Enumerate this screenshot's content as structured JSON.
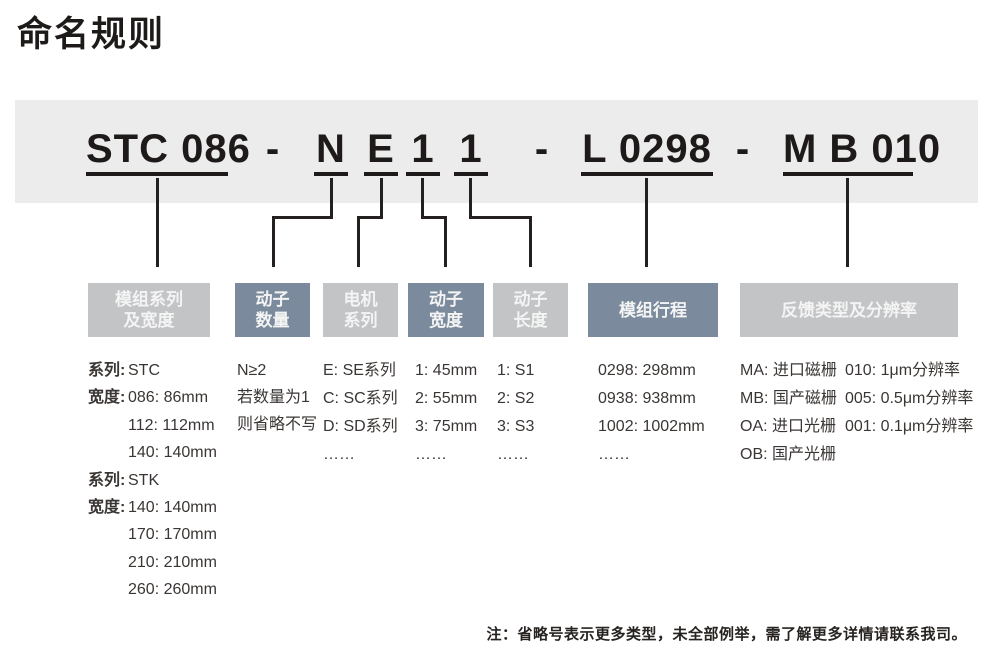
{
  "title": "命名规则",
  "colors": {
    "panel_bg": "#ececec",
    "box_gray": "#c3c4c6",
    "box_blue": "#7b8b9d",
    "line_color": "#242020",
    "code_text": "#1d1a19",
    "body_text": "#3a3634"
  },
  "code": {
    "series": "STC 086",
    "dash": "-",
    "mover_count": "N",
    "motor_series": "E",
    "mover_width": "1",
    "mover_length": "1",
    "stroke": "L 0298",
    "feedback": "M B 010"
  },
  "boxes": {
    "series_width": {
      "line1": "模组系列",
      "line2": "及宽度"
    },
    "mover_count": {
      "line1": "动子",
      "line2": "数量"
    },
    "motor_series": {
      "line1": "电机",
      "line2": "系列"
    },
    "mover_width": {
      "line1": "动子",
      "line2": "宽度"
    },
    "mover_length": {
      "line1": "动子",
      "line2": "长度"
    },
    "module_stroke": {
      "label": "模组行程"
    },
    "feedback": {
      "label": "反馈类型及分辨率"
    }
  },
  "columns": {
    "series_width_rows": [
      {
        "label": "系列:",
        "value": "STC"
      },
      {
        "label": "宽度:",
        "value": "086: 86mm"
      },
      {
        "label": "",
        "value": "112: 112mm"
      },
      {
        "label": "",
        "value": "140: 140mm"
      },
      {
        "label": "系列:",
        "value": "STK"
      },
      {
        "label": "宽度:",
        "value": "140: 140mm"
      },
      {
        "label": "",
        "value": "170: 170mm"
      },
      {
        "label": "",
        "value": "210: 210mm"
      },
      {
        "label": "",
        "value": "260: 260mm"
      }
    ],
    "mover_count_lines": [
      "N≥2",
      "若数量为1",
      "则省略不写"
    ],
    "motor_series_lines": [
      "E: SE系列",
      "C: SC系列",
      "D: SD系列",
      "……"
    ],
    "mover_width_lines": [
      "1: 45mm",
      "2: 55mm",
      "3: 75mm",
      "……"
    ],
    "mover_length_lines": [
      "1: S1",
      "2: S2",
      "3: S3",
      "……"
    ],
    "module_stroke_lines": [
      "0298: 298mm",
      "0938: 938mm",
      "1002: 1002mm",
      "……"
    ],
    "feedback_type_lines": [
      "MA: 进口磁栅",
      "MB: 国产磁栅",
      "OA: 进口光栅",
      "OB: 国产光栅"
    ],
    "feedback_res_lines": [
      "010: 1μm分辨率",
      "005: 0.5μm分辨率",
      "001: 0.1μm分辨率"
    ]
  },
  "note": "注：省略号表示更多类型，未全部例举，需了解更多详情请联系我司。"
}
